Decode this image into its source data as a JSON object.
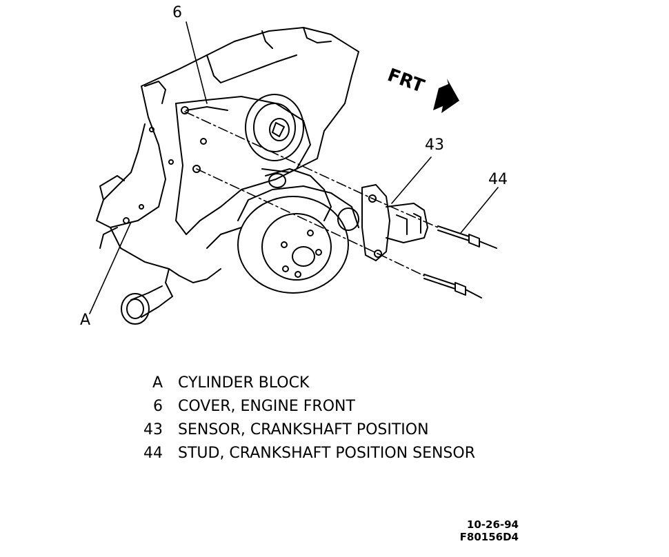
{
  "callouts": {
    "six": "6",
    "forty_three": "43",
    "forty_four": "44",
    "a": "A"
  },
  "direction_label": "FRT",
  "legend": [
    {
      "key": "A",
      "text": "CYLINDER BLOCK"
    },
    {
      "key": "6",
      "text": "COVER, ENGINE FRONT"
    },
    {
      "key": "43",
      "text": "SENSOR, CRANKSHAFT POSITION"
    },
    {
      "key": "44",
      "text": "STUD, CRANKSHAFT POSITION SENSOR"
    }
  ],
  "footer": {
    "date": "10-26-94",
    "code": "F80156D4"
  }
}
